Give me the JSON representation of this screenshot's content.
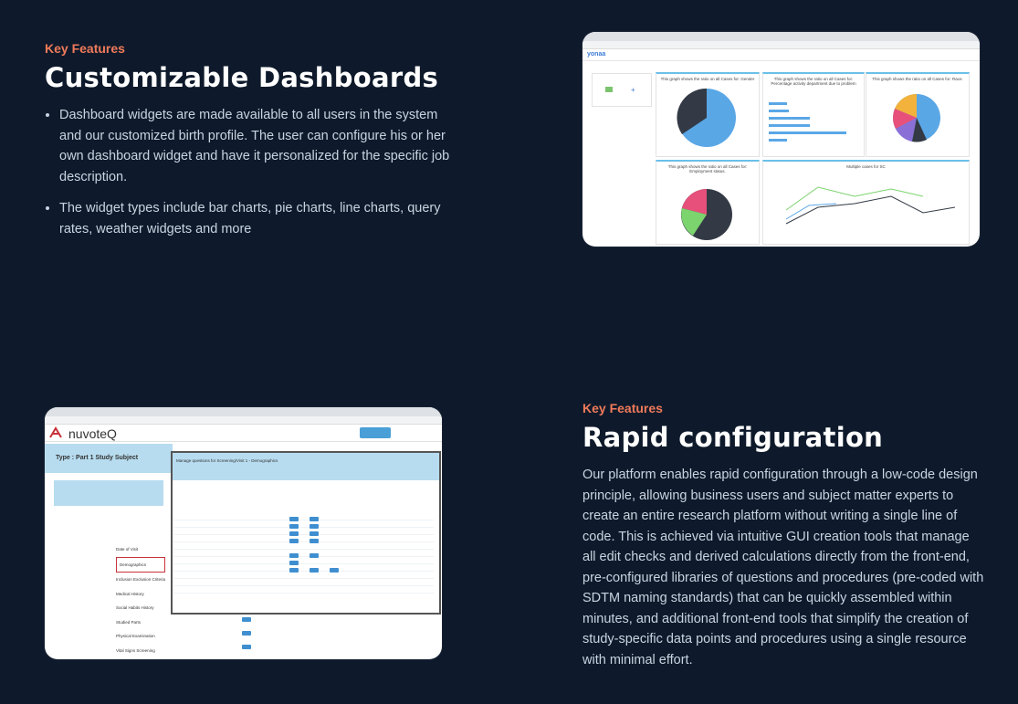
{
  "section1": {
    "kicker": "Key Features",
    "title": "Customizable Dashboards",
    "bullets": [
      "Dashboard widgets are made available to all users in the system and our customized birth profile. The user can configure his or her own dashboard widget and have it personalized for the specific job description.",
      "The widget types include bar charts, pie charts, line charts, query rates, weather widgets and more"
    ]
  },
  "section2": {
    "kicker": "Key Features",
    "title": "Rapid configuration",
    "paragraph": "Our platform enables rapid configuration through a low-code design principle, allowing business users and subject matter experts to create an entire research platform without writing a single line of code. This is achieved via intuitive GUI creation tools that manage all edit checks and derived calculations directly from the front-end, pre-configured libraries of questions and procedures (pre-coded with SDTM naming standards) that can be quickly assembled within minutes, and additional front-end tools that simplify the creation of study-specific data points and procedures using a single resource with minimal effort."
  },
  "dashboard_shot": {
    "logo": "yonaa",
    "panels": [
      "This graph shows the ratio on all Cases for: Gender",
      "This graph shows the ratio on all Cases for: Percentage activity department due to problem",
      "This graph shows the ratio on all Cases for: Race.",
      "This graph shows the ratio on all Cases for: Employment status.",
      "Multiple cases for SC"
    ],
    "colors": {
      "accent": "#6bbfe8",
      "pie_blue": "#5aa7e6",
      "pie_dark": "#333a45"
    }
  },
  "nuvoteq_shot": {
    "logo": "nuvoteQ",
    "type_label": "Type : Part 1 Study Subject",
    "modal_title": "Manage questions for Screening/Visit 1 - Demographics",
    "list_items": [
      "Date of Visit",
      "Demographics",
      "Inclusion Exclusion Criteria",
      "Medical History",
      "Social Habits History",
      "Studied Parts",
      "Physical Examination",
      "Vital Signs Screening"
    ],
    "colors": {
      "header": "#b7dcef",
      "button": "#3f8fd0",
      "brand": "#c8323a"
    }
  }
}
